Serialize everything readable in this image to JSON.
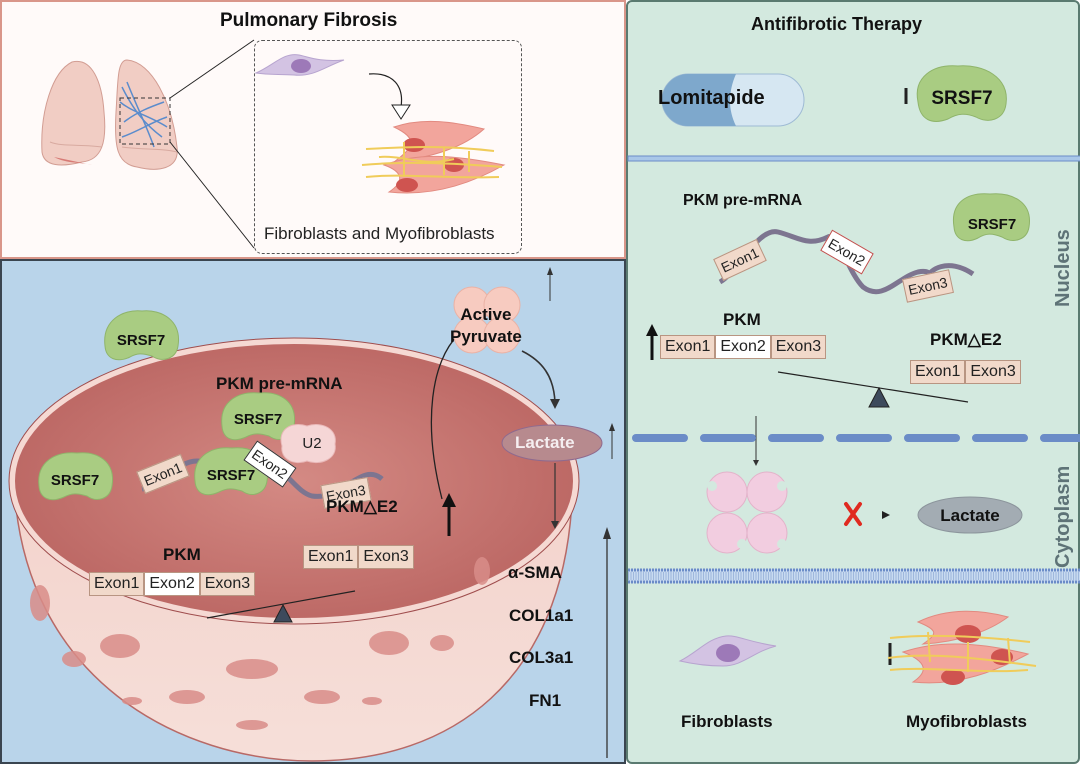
{
  "top_panel": {
    "title": "Pulmonary Fibrosis",
    "inset_caption": "Fibroblasts and Myofibroblasts"
  },
  "bottom_panel": {
    "srsf7": "SRSF7",
    "pre_mrna_label": "PKM pre-mRNA",
    "u2": "U2",
    "exon1": "Exon1",
    "exon2": "Exon2",
    "exon3": "Exon3",
    "pkm_label": "PKM",
    "pkm_exons": [
      "Exon1",
      "Exon2",
      "Exon3"
    ],
    "pkm_de2_label": "PKM△E2",
    "pkm_de2_exons": [
      "Exon1",
      "Exon3"
    ],
    "active_pyruvate": [
      "Active",
      "Pyruvate"
    ],
    "lactate": "Lactate",
    "markers": [
      "α-SMA",
      "COL1a1",
      "COL3a1",
      "FN1"
    ]
  },
  "right_panel": {
    "title": "Antifibrotic Therapy",
    "drug": "Lomitapide",
    "target": "SRSF7",
    "pre_mrna_label": "PKM pre-mRNA",
    "srsf7": "SRSF7",
    "exon1": "Exon1",
    "exon2": "Exon2",
    "exon3": "Exon3",
    "pkm_label": "PKM",
    "pkm_exons": [
      "Exon1",
      "Exon2",
      "Exon3"
    ],
    "pkm_de2_label": "PKM△E2",
    "pkm_de2_exons": [
      "Exon1",
      "Exon3"
    ],
    "lactate": "Lactate",
    "nucleus_label": "Nucleus",
    "cytoplasm_label": "Cytoplasm",
    "fibroblasts": "Fibroblasts",
    "myofibroblasts": "Myofibroblasts"
  },
  "colors": {
    "srsf7_green": "#a9cc82",
    "nucleus_red": "#c2716c",
    "lactate_left": "#b78a8e",
    "lactate_right": "#a3acb3",
    "inhibit_x": "#e02a20",
    "membrane_blue": "#6b8cc7"
  }
}
